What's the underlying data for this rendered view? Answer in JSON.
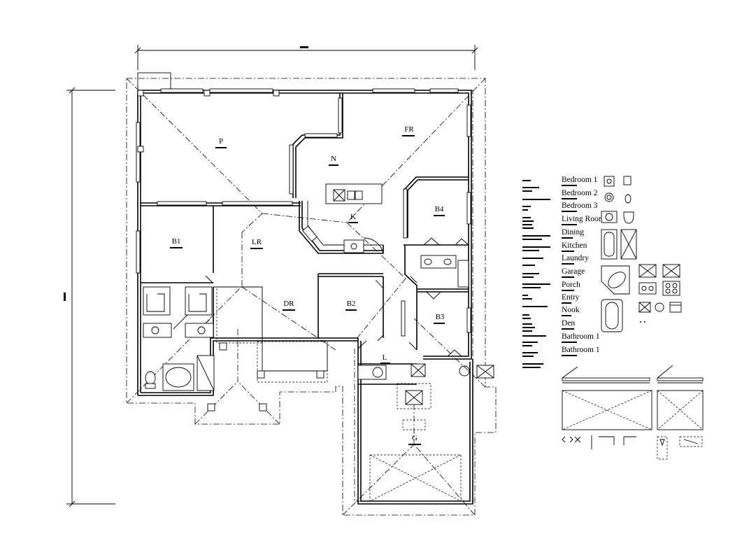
{
  "rooms": [
    {
      "id": "P",
      "label": "P"
    },
    {
      "id": "FR",
      "label": "FR"
    },
    {
      "id": "N",
      "label": "N"
    },
    {
      "id": "K",
      "label": "K"
    },
    {
      "id": "B4",
      "label": "B4"
    },
    {
      "id": "B1",
      "label": "B1"
    },
    {
      "id": "LR",
      "label": "LR"
    },
    {
      "id": "DR",
      "label": "DR"
    },
    {
      "id": "B2",
      "label": "B2"
    },
    {
      "id": "B3",
      "label": "B3"
    },
    {
      "id": "L",
      "label": "L"
    },
    {
      "id": "G",
      "label": "G"
    }
  ],
  "legend": {
    "room_names": [
      "Bedroom 1",
      "Bedroom 2",
      "Bedroom 3",
      "Living Room",
      "Dining",
      "Kitchen",
      "Laundry",
      "Garage",
      "Porch",
      "Entry",
      "Nook",
      "Den",
      "Bathroom 1",
      "Bathroom 1"
    ]
  },
  "icons": [
    "floor-plan-drawing",
    "toilet-icon",
    "sink-icon",
    "bathtub-icon",
    "range-icon",
    "window-symbol-icon",
    "door-symbol-icon"
  ],
  "colors": {
    "ink": "#000000",
    "paper": "#ffffff"
  }
}
